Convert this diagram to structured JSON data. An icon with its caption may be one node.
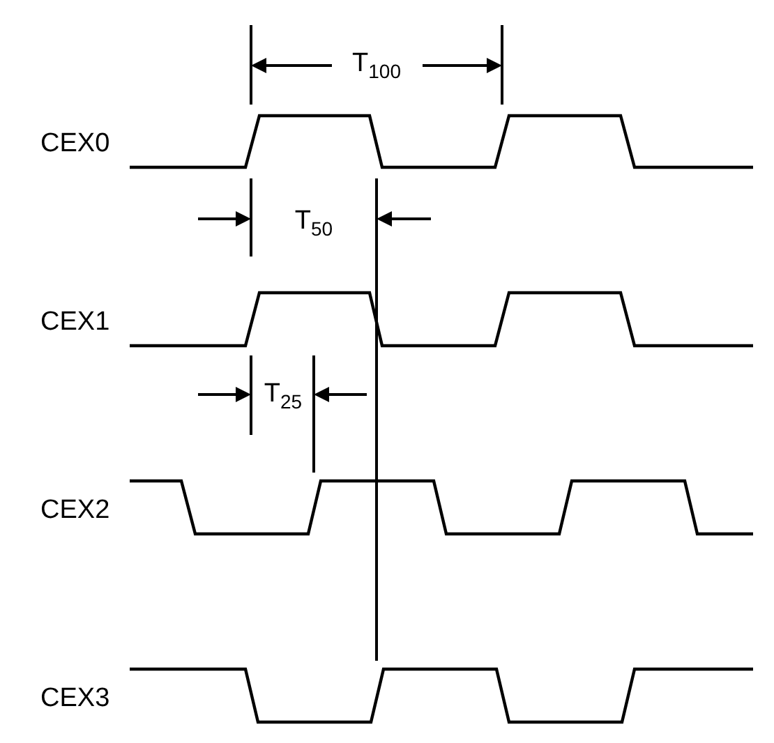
{
  "diagram": {
    "labels": [
      "T$_{100}$",
      "CEX0",
      "T$_{50}$",
      "CEX1",
      "T$_{25}$",
      "CEX2",
      "CEX3"
    ]
  }
}
